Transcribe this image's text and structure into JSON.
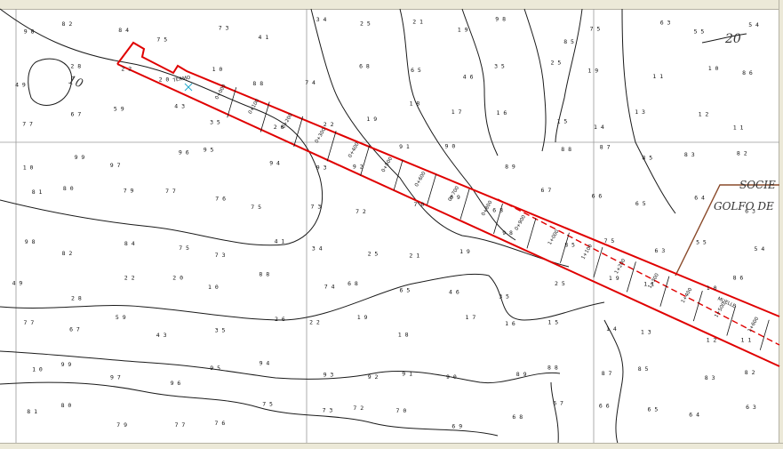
{
  "map": {
    "depth_labels": {
      "contour_20": "20",
      "contour_10": "10"
    },
    "facility_label": {
      "line1": "SOCIE",
      "line2": "GOLFO DE"
    },
    "pier_labels": {
      "terminal": "TERMO",
      "muelle": "MUELLE"
    },
    "chainage_labels": [
      "0+000",
      "0+100",
      "0+200",
      "0+300",
      "0+400",
      "0+500",
      "0+600",
      "0+700",
      "0+800",
      "0+900",
      "1+000",
      "1+100",
      "1+200",
      "1+300",
      "1+400",
      "1+500",
      "1+600"
    ],
    "soundings": [
      "9 8",
      "8 2",
      "8 4",
      "7 5",
      "7 3",
      "4 1",
      "3 4",
      "2 5",
      "2 1",
      "1 9",
      "9 8",
      "8 5",
      "7 5",
      "6 3",
      "5 5",
      "5 4",
      "4 9",
      "2 8",
      "2 2",
      "2 0",
      "1 0",
      "8 8",
      "7 4",
      "6 8",
      "6 5",
      "4 6",
      "3 5",
      "2 5",
      "1 9",
      "1 1",
      "1 0",
      "8 6",
      "7 7",
      "6 7",
      "5 9",
      "4 3",
      "3 5",
      "2 6",
      "2 2",
      "1 9",
      "1 8",
      "1 7",
      "1 6",
      "1 5",
      "1 4",
      "1 3",
      "1 2",
      "1 1",
      "1 0",
      "9 9",
      "9 7",
      "9 6",
      "9 5",
      "9 4",
      "9 3",
      "9 2",
      "9 1",
      "9 0",
      "8 9",
      "8 8",
      "8 7",
      "8 5",
      "8 3",
      "8 2",
      "8 1",
      "8 0",
      "7 9",
      "7 7",
      "7 6",
      "7 5",
      "7 3",
      "7 2",
      "7 0",
      "6 9",
      "6 8",
      "6 7",
      "6 6",
      "6 5",
      "6 4",
      "6 3"
    ]
  }
}
